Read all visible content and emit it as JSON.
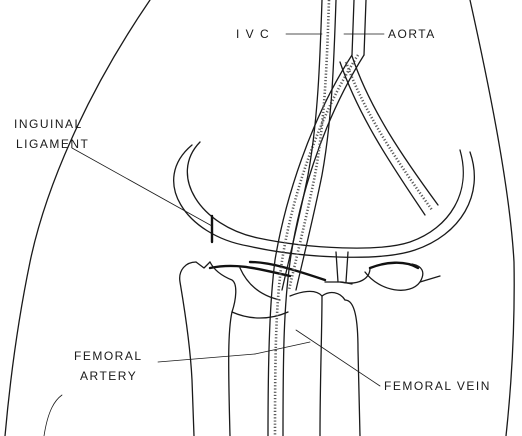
{
  "labels": {
    "ivc": "I V C",
    "aorta": "AORTA",
    "inguinal_line1": "INGUINAL",
    "inguinal_line2": "LIGAMENT",
    "femoral_artery_line1": "FEMORAL",
    "femoral_artery_line2": "ARTERY",
    "femoral_vein": "FEMORAL VEIN"
  }
}
